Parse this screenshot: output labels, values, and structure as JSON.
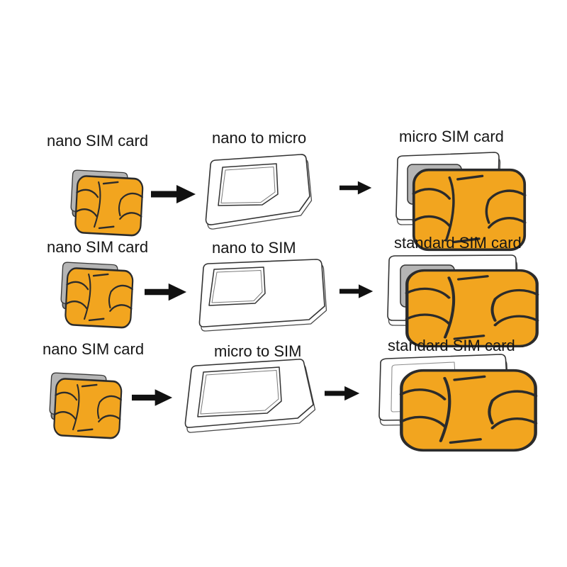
{
  "diagram": {
    "rows": [
      {
        "source_label": "nano SIM card",
        "adapter_label": "nano to micro",
        "result_label": "micro SIM card"
      },
      {
        "source_label": "nano SIM card",
        "adapter_label": "nano to SIM",
        "result_label": "standard SIM card"
      },
      {
        "source_label": "nano SIM card",
        "adapter_label": "micro to SIM",
        "result_label": "standard SIM card"
      }
    ],
    "colors": {
      "chip_orange": "#F2A51F",
      "card_gray": "#B5B5B5",
      "card_side_gray": "#8D8D8D",
      "outline": "#2B2B2B",
      "arrow_black": "#111111",
      "card_white": "#FFFFFF",
      "background": "#FFFFFF"
    },
    "icons": {
      "arrow": "right-arrow"
    }
  }
}
